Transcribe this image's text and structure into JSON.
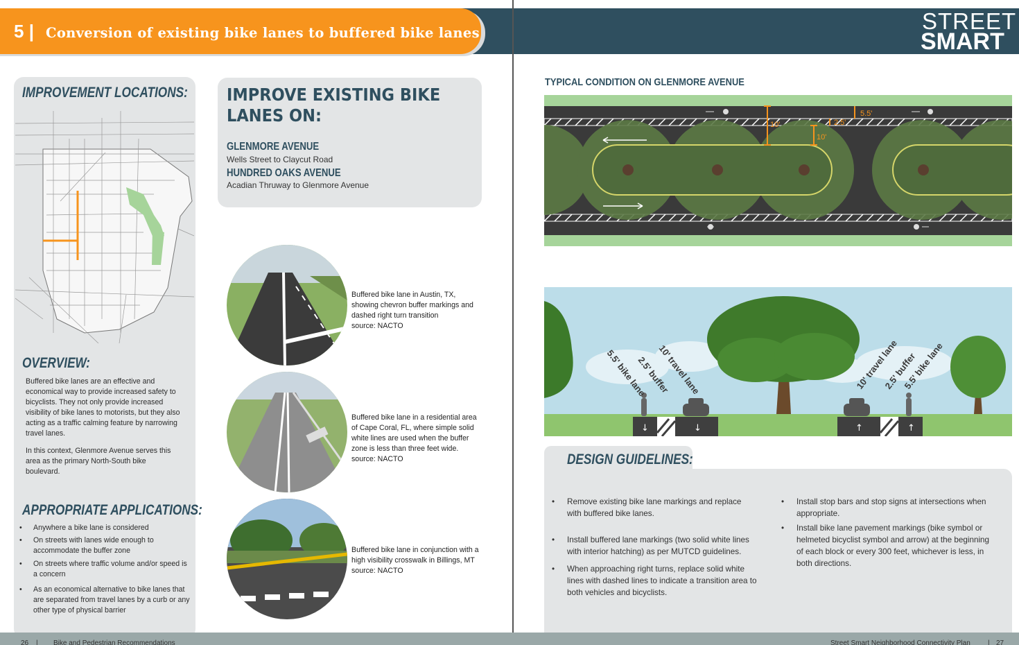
{
  "header": {
    "number": "5",
    "title": "Conversion of existing bike lanes to buffered bike lanes",
    "logo_line1": "STREET",
    "logo_line2": "SMART"
  },
  "left": {
    "improvement_heading": "IMPROVEMENT LOCATIONS:",
    "overview_heading": "OVERVIEW:",
    "overview_p1": "Buffered bike lanes are an effective and economical way to provide increased safety to bicyclists.  They not only provide increased visibility of bike lanes to motorists, but they also acting as a traffic calming feature by narrowing travel lanes.",
    "overview_p2": "In this context, Glenmore Avenue serves this area as the primary North-South bike boulevard.",
    "applications_heading": "APPROPRIATE APPLICATIONS:",
    "applications": [
      "Anywhere a bike lane is considered",
      "On streets with lanes wide enough to accommodate the buffer zone",
      "On streets where traffic volume and/or speed is a concern",
      "As an economical alternative to bike lanes that are separated from travel lanes by a curb or any other type of physical barrier"
    ]
  },
  "improve": {
    "heading_line1": "IMPROVE EXISTING BIKE",
    "heading_line2": "LANES ON:",
    "streets": [
      {
        "name": "GLENMORE AVENUE",
        "extent": "Wells Street to Claycut Road"
      },
      {
        "name": "HUNDRED OAKS AVENUE",
        "extent": "Acadian Thruway to Glenmore Avenue"
      }
    ]
  },
  "photos": [
    {
      "caption": "Buffered bike lane in Austin, TX, showing chevron buffer markings and dashed right turn transition",
      "source": "source: NACTO"
    },
    {
      "caption": "Buffered bike lane in a residential area of Cape Coral, FL, where simple solid white lines are used when the buffer zone is less than three feet wide.",
      "source": "source: NACTO"
    },
    {
      "caption": "Buffered bike lane in conjunction with a high visibility crosswalk in Billings, MT",
      "source": "source: NACTO"
    }
  ],
  "plan": {
    "title": "TYPICAL CONDITION ON GLENMORE AVENUE",
    "dim_10": "10'",
    "dim_10b": "10'",
    "dim_25": "2.5'",
    "dim_55": "5.5'"
  },
  "section_labels": {
    "l1": "5.5' bike lane",
    "l2": "2.5' buffer",
    "l3": "10' travel lane",
    "r1": "10' travel lane",
    "r2": "2.5' buffer",
    "r3": "5.5' bike lane"
  },
  "design": {
    "heading": "DESIGN GUIDELINES:",
    "col1": [
      "Remove existing bike lane markings and replace with buffered bike lanes.",
      "Install buffered lane markings (two solid white lines with interior hatching) as per MUTCD guidelines.",
      "When approaching right turns, replace solid white lines with dashed lines to indicate a transition area to both vehicles and bicyclists."
    ],
    "col2": [
      "Install stop bars and stop signs at intersections when appropriate.",
      "Install bike lane pavement markings (bike symbol or helmeted bicyclist symbol and arrow) at the beginning of each block or every 300 feet, whichever is less, in both directions."
    ]
  },
  "footer": {
    "left_page": "26",
    "left_text": "Bike and Pedestrian Recommendations",
    "right_text": "Street Smart Neighborhood Connectivity Plan",
    "right_page": "27"
  },
  "colors": {
    "header_teal": "#2f4f5f",
    "accent_orange": "#f7941d",
    "panel_grey": "#e3e5e6",
    "map_green": "#a6d49a"
  }
}
